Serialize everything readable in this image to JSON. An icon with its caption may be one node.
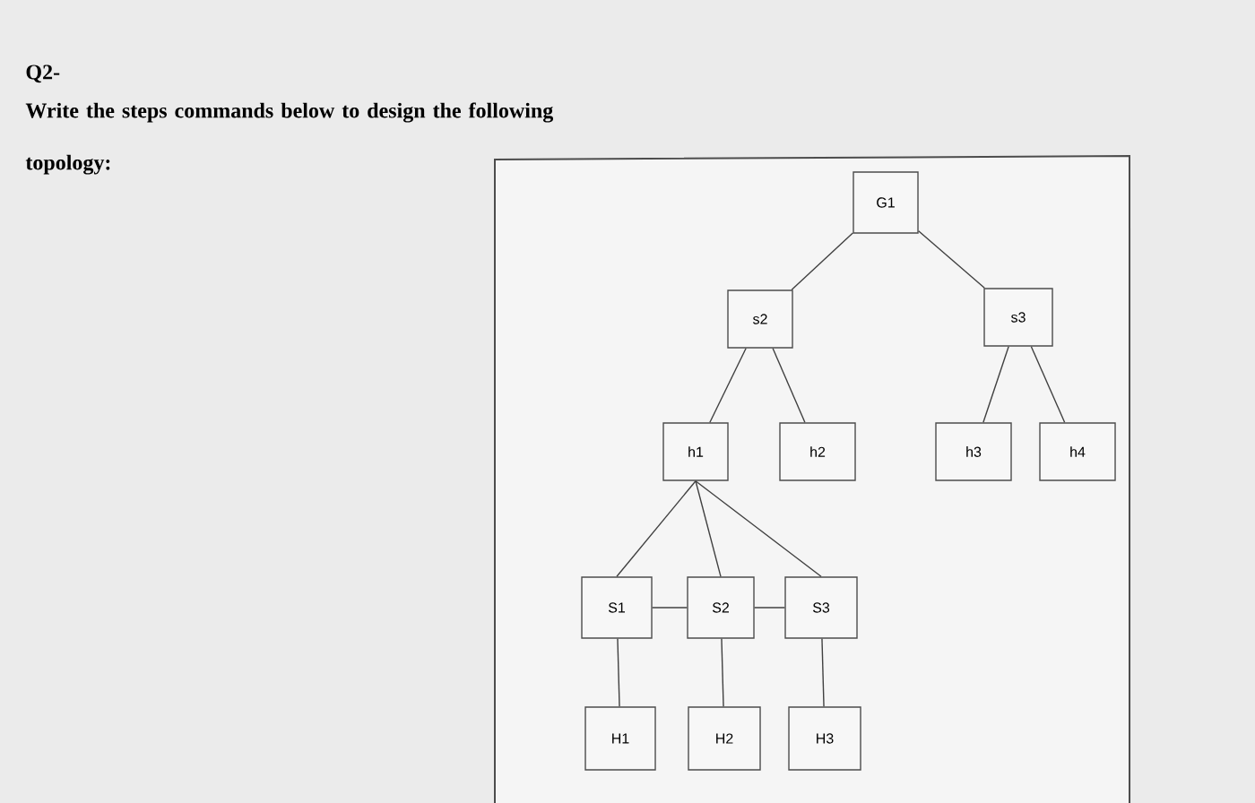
{
  "diagram": {
    "nodes": [
      {
        "text": [
          "G1"
        ]
      },
      {
        "text": [
          "s2"
        ]
      },
      {
        "text": [
          "s3"
        ]
      },
      {
        "text": [
          "h1"
        ]
      },
      {
        "text": [
          "h2"
        ]
      },
      {
        "text": [
          "h3"
        ]
      },
      {
        "text": [
          "h4"
        ]
      },
      {
        "text": [
          "S1"
        ]
      },
      {
        "text": [
          "S2"
        ]
      },
      {
        "text": [
          "S3"
        ]
      },
      {
        "text": [
          "H1"
        ]
      },
      {
        "text": [
          "H2"
        ]
      },
      {
        "text": [
          "H3"
        ]
      }
    ],
    "edges": [
      {
        "from": 0,
        "to": 1,
        "arrow": "none"
      },
      {
        "from": 0,
        "to": 2,
        "arrow": "none"
      },
      {
        "from": 1,
        "to": 3,
        "arrow": "none"
      },
      {
        "from": 1,
        "to": 4,
        "arrow": "none"
      },
      {
        "from": 2,
        "to": 5,
        "arrow": "none"
      },
      {
        "from": 2,
        "to": 6,
        "arrow": "none"
      },
      {
        "from": 3,
        "to": 7,
        "arrow": "none"
      },
      {
        "from": 3,
        "to": 8,
        "arrow": "none"
      },
      {
        "from": 3,
        "to": 9,
        "arrow": "none"
      },
      {
        "from": 7,
        "to": 8,
        "arrow": "none"
      },
      {
        "from": 8,
        "to": 9,
        "arrow": "none"
      },
      {
        "from": 7,
        "to": 10,
        "arrow": "none"
      },
      {
        "from": 8,
        "to": 11,
        "arrow": "none"
      },
      {
        "from": 9,
        "to": 12,
        "arrow": "none"
      }
    ],
    "labels": [
      "Q2-",
      "Write the steps commands below to design the following topology:"
    ]
  }
}
